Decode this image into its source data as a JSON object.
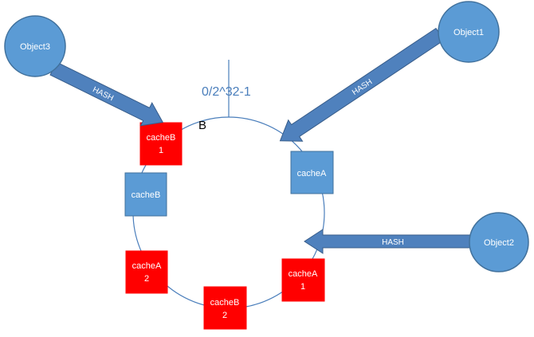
{
  "colors": {
    "ring": "#4a7ebb",
    "object_fill": "#5b9bd5",
    "object_stroke": "#41719c",
    "cache_blue": "#5b9bd5",
    "cache_red": "#ff0000",
    "arrow_fill": "#4f81bd",
    "arrow_stroke": "#385d8a"
  },
  "ring": {
    "range_label": "0/2^32-1",
    "marker_label": "B"
  },
  "objects": [
    {
      "id": "object3",
      "label": "Object3"
    },
    {
      "id": "object1",
      "label": "Object1"
    },
    {
      "id": "object2",
      "label": "Object2"
    }
  ],
  "arrows": [
    {
      "id": "object3-to-cacheb1",
      "label": "HASH"
    },
    {
      "id": "object1-to-cachea",
      "label": "HASH"
    },
    {
      "id": "object2-to-cachea1",
      "label": "HASH"
    }
  ],
  "caches": [
    {
      "id": "cacheb1",
      "lines": [
        "cacheB",
        "1"
      ],
      "color": "red"
    },
    {
      "id": "cacheb",
      "lines": [
        "cacheB"
      ],
      "color": "blue"
    },
    {
      "id": "cachea2",
      "lines": [
        "cacheA",
        "2"
      ],
      "color": "red"
    },
    {
      "id": "cacheb2",
      "lines": [
        "cacheB",
        "2"
      ],
      "color": "red"
    },
    {
      "id": "cachea1",
      "lines": [
        "cacheA",
        "1"
      ],
      "color": "red"
    },
    {
      "id": "cachea",
      "lines": [
        "cacheA"
      ],
      "color": "blue"
    }
  ]
}
